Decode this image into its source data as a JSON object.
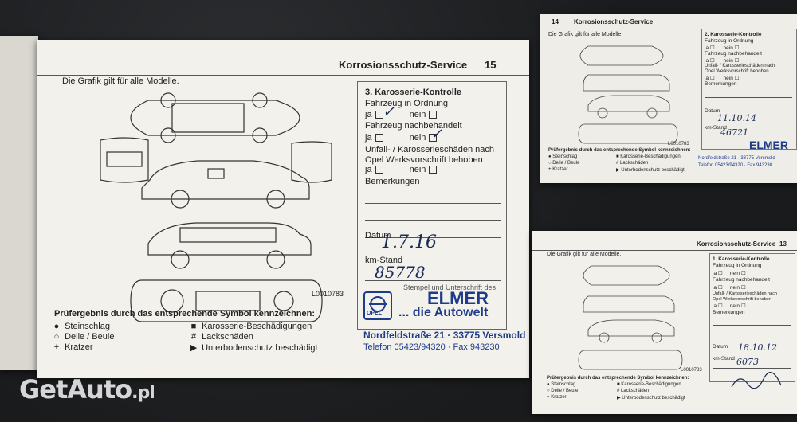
{
  "main_page": {
    "header_title": "Korrosionsschutz-Service",
    "page_number": "15",
    "intro": "Die Grafik gilt für alle Modelle.",
    "section_title": "3. Karosserie-Kontrolle",
    "q1": "Fahrzeug in Ordnung",
    "q2": "Fahrzeug nachbehandelt",
    "q3_line1": "Unfall- / Karosserieschäden nach",
    "q3_line2": "Opel Werksvorschrift behoben",
    "ja": "ja",
    "nein": "nein",
    "remarks": "Bemerkungen",
    "date_label": "Datum",
    "date_value": "1.7.16",
    "km_label": "km-Stand",
    "km_value": "85778",
    "stamp_sig_label": "Stempel und Unterschrift des",
    "diagram_code": "L0010783",
    "legend_title": "Prüfergebnis durch das entsprechende Symbol kennzeichnen:",
    "legend": [
      {
        "sym": "●",
        "label": "Steinschlag"
      },
      {
        "sym": "○",
        "label": "Delle / Beule"
      },
      {
        "sym": "+",
        "label": "Kratzer"
      },
      {
        "sym": "■",
        "label": "Karosserie-Beschädigungen"
      },
      {
        "sym": "#",
        "label": "Lackschäden"
      },
      {
        "sym": "▶",
        "label": "Unterbodenschutz beschädigt"
      }
    ],
    "stamp_brand": "ELMER",
    "stamp_slogan": "... die Autowelt",
    "stamp_brand_small": "OPEL",
    "stamp_address": "Nordfeldstraße 21 · 33775 Versmold",
    "stamp_phone": "Telefon 05423/94320 · Fax 943230"
  },
  "top_right_page": {
    "page_number": "14",
    "header_title": "Korrosionsschutz-Service",
    "intro": "Die Grafik gilt für alle Modelle",
    "section_title": "2. Karosserie-Kontrolle",
    "q1": "Fahrzeug in Ordnung",
    "q2": "Fahrzeug nachbehandelt",
    "q3_line1": "Unfall- / Karosserieschäden nach",
    "q3_line2": "Opel Werksvorschrift behoben",
    "ja": "ja",
    "nein": "nein",
    "remarks": "Bemerkungen",
    "date_label": "Datum",
    "date_value": "11.10.14",
    "km_label": "km-Stand",
    "km_value": "46721",
    "diagram_code": "L0010783",
    "legend_title": "Prüfergebnis durch das entsprechende Symbol kennzeichnen:",
    "legend": [
      {
        "sym": "●",
        "label": "Steinschlag"
      },
      {
        "sym": "○",
        "label": "Delle / Beule"
      },
      {
        "sym": "+",
        "label": "Kratzer"
      },
      {
        "sym": "■",
        "label": "Karosserie-Beschädigungen"
      },
      {
        "sym": "#",
        "label": "Lackschäden"
      },
      {
        "sym": "▶",
        "label": "Unterbodenschutz beschädigt"
      }
    ],
    "stamp_brand": "ELMER",
    "stamp_address": "Nordfeldstraße 21 · 33775 Versmold",
    "stamp_phone": "Telefon 05423/94320 · Fax 943230"
  },
  "bottom_right_page": {
    "header_title": "Korrosionsschutz-Service",
    "page_number": "13",
    "intro": "Die Grafik gilt für alle Modelle.",
    "section_title": "1. Karosserie-Kontrolle",
    "q1": "Fahrzeug in Ordnung",
    "q2": "Fahrzeug nachbehandelt",
    "q3_line1": "Unfall- / Karosserieschäden nach",
    "q3_line2": "Opel Werksvorschrift behoben",
    "ja": "ja",
    "nein": "nein",
    "remarks": "Bemerkungen",
    "date_label": "Datum",
    "date_value": "18.10.12",
    "km_label": "km-Stand",
    "km_value": "6073",
    "diagram_code": "L0010783",
    "legend_title": "Prüfergebnis durch das entsprechende Symbol kennzeichnen:",
    "legend": [
      {
        "sym": "●",
        "label": "Steinschlag"
      },
      {
        "sym": "○",
        "label": "Delle / Beule"
      },
      {
        "sym": "+",
        "label": "Kratzer"
      },
      {
        "sym": "■",
        "label": "Karosserie-Beschädigungen"
      },
      {
        "sym": "#",
        "label": "Lackschäden"
      },
      {
        "sym": "▶",
        "label": "Unterbodenschutz beschädigt"
      }
    ]
  },
  "watermark": {
    "main": "GetAuto",
    "suffix": ".pl"
  }
}
